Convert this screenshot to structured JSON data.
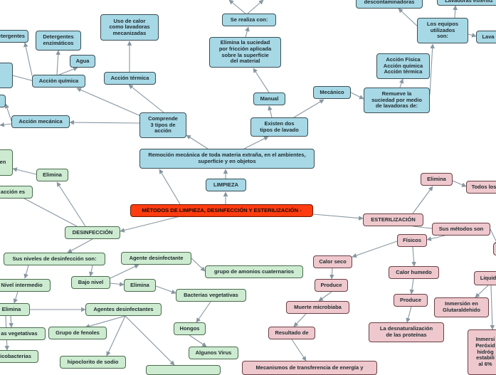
{
  "theme": {
    "blue": "#a7d8e6",
    "green": "#cdebd0",
    "pink": "#eec8cd",
    "root": "#ff3b10",
    "edge": "#8796a0"
  },
  "nodes": {
    "root": "MÉTODOS DE LIMPIEZA, DESINFECCIÓN Y ESTERILIZACIÓN -",
    "limpieza": "LIMPIEZA",
    "remocion": "Remoción mecánica de toda materia extraña, en el ambientes, superficie y en objetos",
    "comprende": "Comprende\n3 tipos de\nacción",
    "existen": "Existen dos\ntipos de lavado",
    "manual": "Manual",
    "mecanico": "Mecánico",
    "remueve": "Remueve la\nsuciedad por medio\nde lavadoras de:",
    "accion_fisica": "Acción Física\nAcción química\nAcción térmica",
    "equipos": "Los equipos\nutilizados\nson:",
    "lavadoras_esterilizadoras": "Lavadoras esteriliz",
    "descontaminadoras": "descontaminadoras",
    "lava": "Lava",
    "elimina_suciedad": "Elimina la suciedad\npor fricción aplicada\nsobre la superficie\ndel material",
    "se_realiza": "Se realiza con:",
    "uso_calor": "Uso de calor\ncomo lavadoras\nmecanizadas",
    "accion_termica": "Acción térmica",
    "accion_quimica": "Acción química",
    "agua": "Agua",
    "det_enzimaticos": "Detergentes\nenzimáticos",
    "detergentes": "etergentes",
    "accion_mecanica": "Acción mecánica",
    "desinfeccion": "DESINFECCIÓN",
    "elimina_d": "Elimina",
    "en": "en",
    "accion_es": "acción es",
    "niveles": "Sus niveles de desinfección son:",
    "agente_desinf": "Agente desinfectante",
    "amonios": "grupo de amonios cuaternarios",
    "bajo_nivel": "Bajo nivel",
    "elimina_b": "Elimina",
    "bacterias_veg": "Bacterias vegetativas",
    "hongos": "Hongos",
    "algunos_virus": "Algunos Virus",
    "nivel_intermedio": "Nivel intermedio",
    "elimina_i": "Elimina",
    "agentes_desinf": "Agentes desinfectantes",
    "as_vegetativas": "as vegetativas",
    "grupo_fenoles": "Grupo de fenoles",
    "micobacterias": "icobacterias",
    "hipoclorito": "hipoclorito de sodio",
    "esterilizacion": "ESTERILIZACIÓN",
    "elimina_e": "Elimina",
    "todos_los": "Todos los",
    "metodos_son": "Sus métodos son",
    "fisicos": "Físicos",
    "calor_seco": "Calor seco",
    "produce_s": "Produce",
    "muerte": "Muerte microbiaba",
    "resultado": "Resultado de",
    "mecanismos": "Mecanismos de transferencia de energía y",
    "calor_humedo": "Calor humedo",
    "produce_h": "Produce",
    "desnaturalizacion": "La desnaturalización\nde las proteínas",
    "liquido": "Liquid",
    "inmersion_glut": "Inmersión en\nGlutaraldehido",
    "inmersion_per": "Inmersi\nPeróxid\nhidróg\nestabili\nal 6%"
  }
}
